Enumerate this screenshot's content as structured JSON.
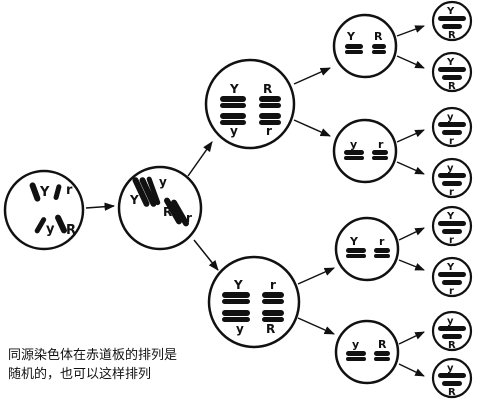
{
  "caption": {
    "line1": "同源染色体在赤道板的排列是",
    "line2": "随机的，也可以这样排列"
  },
  "labels": {
    "Y": "Y",
    "y": "y",
    "R": "R",
    "r": "r"
  },
  "cells": {
    "parent": {
      "labels": [
        "Y",
        "r",
        "y",
        "R"
      ]
    },
    "prophase": {
      "labels": [
        "Y",
        "y",
        "R",
        "r"
      ]
    },
    "metaphase_top": {
      "top": [
        "Y",
        "R"
      ],
      "bottom": [
        "y",
        "r"
      ]
    },
    "metaphase_bottom": {
      "top": [
        "Y",
        "r"
      ],
      "bottom": [
        "y",
        "R"
      ]
    },
    "m2_1": [
      "Y",
      "R"
    ],
    "m2_2": [
      "y",
      "r"
    ],
    "m2_3": [
      "Y",
      "r"
    ],
    "m2_4": [
      "y",
      "R"
    ],
    "gametes": [
      [
        "Y",
        "R"
      ],
      [
        "Y",
        "R"
      ],
      [
        "y",
        "r"
      ],
      [
        "y",
        "r"
      ],
      [
        "Y",
        "r"
      ],
      [
        "Y",
        "r"
      ],
      [
        "y",
        "R"
      ],
      [
        "y",
        "R"
      ]
    ]
  },
  "colors": {
    "ink": "#111111",
    "paper": "#ffffff"
  }
}
